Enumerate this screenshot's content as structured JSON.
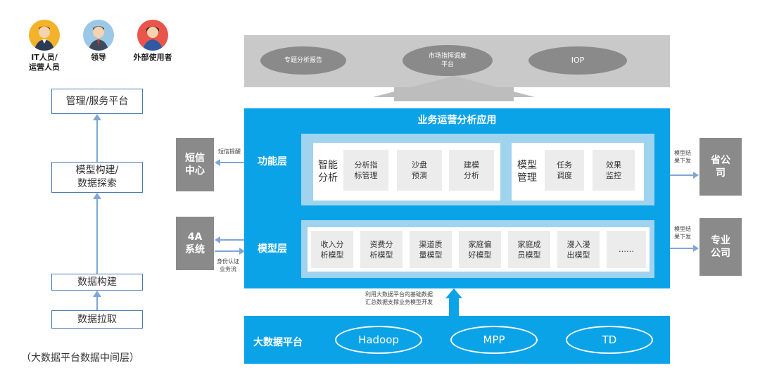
{
  "roles": [
    {
      "label": "IT人员/\n运营人员",
      "icon": "it-staff-avatar-icon",
      "color": "#f2b32a"
    },
    {
      "label": "领导",
      "icon": "leader-avatar-icon",
      "color": "#9cc8e8"
    },
    {
      "label": "外部使用者",
      "icon": "external-user-avatar-icon",
      "color": "#e9554a"
    }
  ],
  "left_flow": {
    "management": "管理/服务平台",
    "modeling": "模型构建/\n数据探索",
    "build": "数据构建",
    "extract": "数据拉取",
    "caption": "（大数据平台数据中间层）"
  },
  "top_apps": [
    "专题分析报告",
    "市场指挥调度\n平台",
    "IOP"
  ],
  "main": {
    "title": "业务运营分析应用",
    "function_layer": "功能层",
    "model_layer": "模型层",
    "smart_analysis": {
      "label": "智能\n分析",
      "items": [
        "分析指\n标管理",
        "沙盘\n预演",
        "建模\n分析"
      ]
    },
    "model_management": {
      "label": "模型\n管理",
      "items": [
        "任务\n调度",
        "效果\n监控"
      ]
    },
    "models": [
      "收入分\n析模型",
      "资费分\n析模型",
      "渠道质\n量模型",
      "家庭偏\n好模型",
      "家庭成\n员模型",
      "漫入漫\n出模型",
      "……"
    ]
  },
  "left_side": {
    "sms_center": "短信\n中心",
    "sms_note": "短信提醒",
    "auth_system": "4A\n系统",
    "auth_note": "身份认证\n业务流"
  },
  "right_side": {
    "province": "省公\n司",
    "province_note": "模型结\n果下发",
    "specialized": "专业\n公司",
    "specialized_note": "模型结\n果下发"
  },
  "middle_note": "利用大数据平台的基础数据\n汇总数据支撑业务模型开发",
  "big_data_platform": {
    "label": "大数据平台",
    "techs": [
      "Hadoop",
      "MPP",
      "TD"
    ]
  },
  "colors": {
    "primary_blue": "#0aa3e8",
    "light_band": "#9fd3ee",
    "grey_box": "#8a8a8a",
    "top_grey": "#c9c9c9",
    "line_blue": "#7fa6d6"
  }
}
